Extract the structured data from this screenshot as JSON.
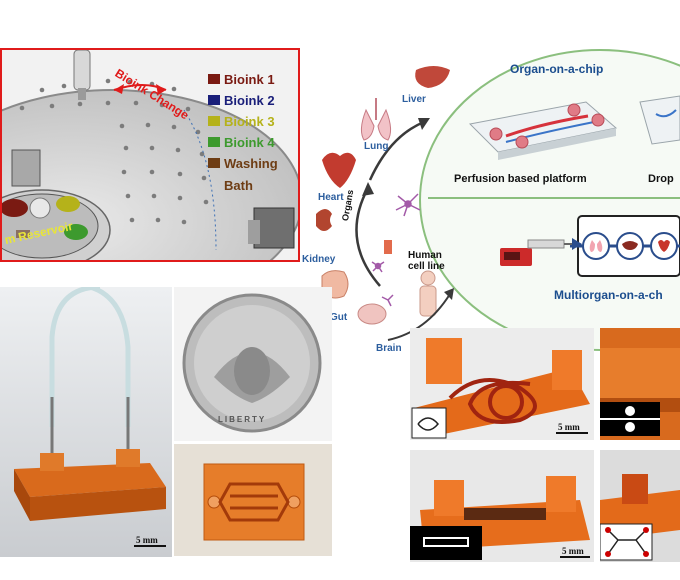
{
  "printer_panel": {
    "change_label": "Bioink Change",
    "reservoir_label": "m Reservoir",
    "legend": [
      {
        "label": "Bioink 1",
        "color": "#7a1a12"
      },
      {
        "label": "Bioink 2",
        "color": "#1a1f7a"
      },
      {
        "label": "Bioink 3",
        "color": "#b5b21a"
      },
      {
        "label": "Bioink 4",
        "color": "#3d9a2e"
      },
      {
        "label": "Washing",
        "color": "#6e3d14"
      }
    ],
    "legend_extra": "Bath"
  },
  "diagram": {
    "organs_axis": "Organs",
    "organs": {
      "liver": "Liver",
      "lung": "Lung",
      "heart": "Heart",
      "kidney": "Kidney",
      "gut": "Gut",
      "brain": "Brain"
    },
    "human_cell_line": "Human\ncell line",
    "organ_on_chip_title": "Organ-on-a-chip",
    "perfusion_label": "Perfusion based platform",
    "droplet_label": "Drop",
    "multiorgan_title": "Multiorgan-on-a-ch"
  },
  "photos": {
    "scale_bar_1": "5 mm",
    "scale_bar_2": "5 mm",
    "scale_bar_3": "5 mm",
    "coin_text": "LIBERTY"
  }
}
